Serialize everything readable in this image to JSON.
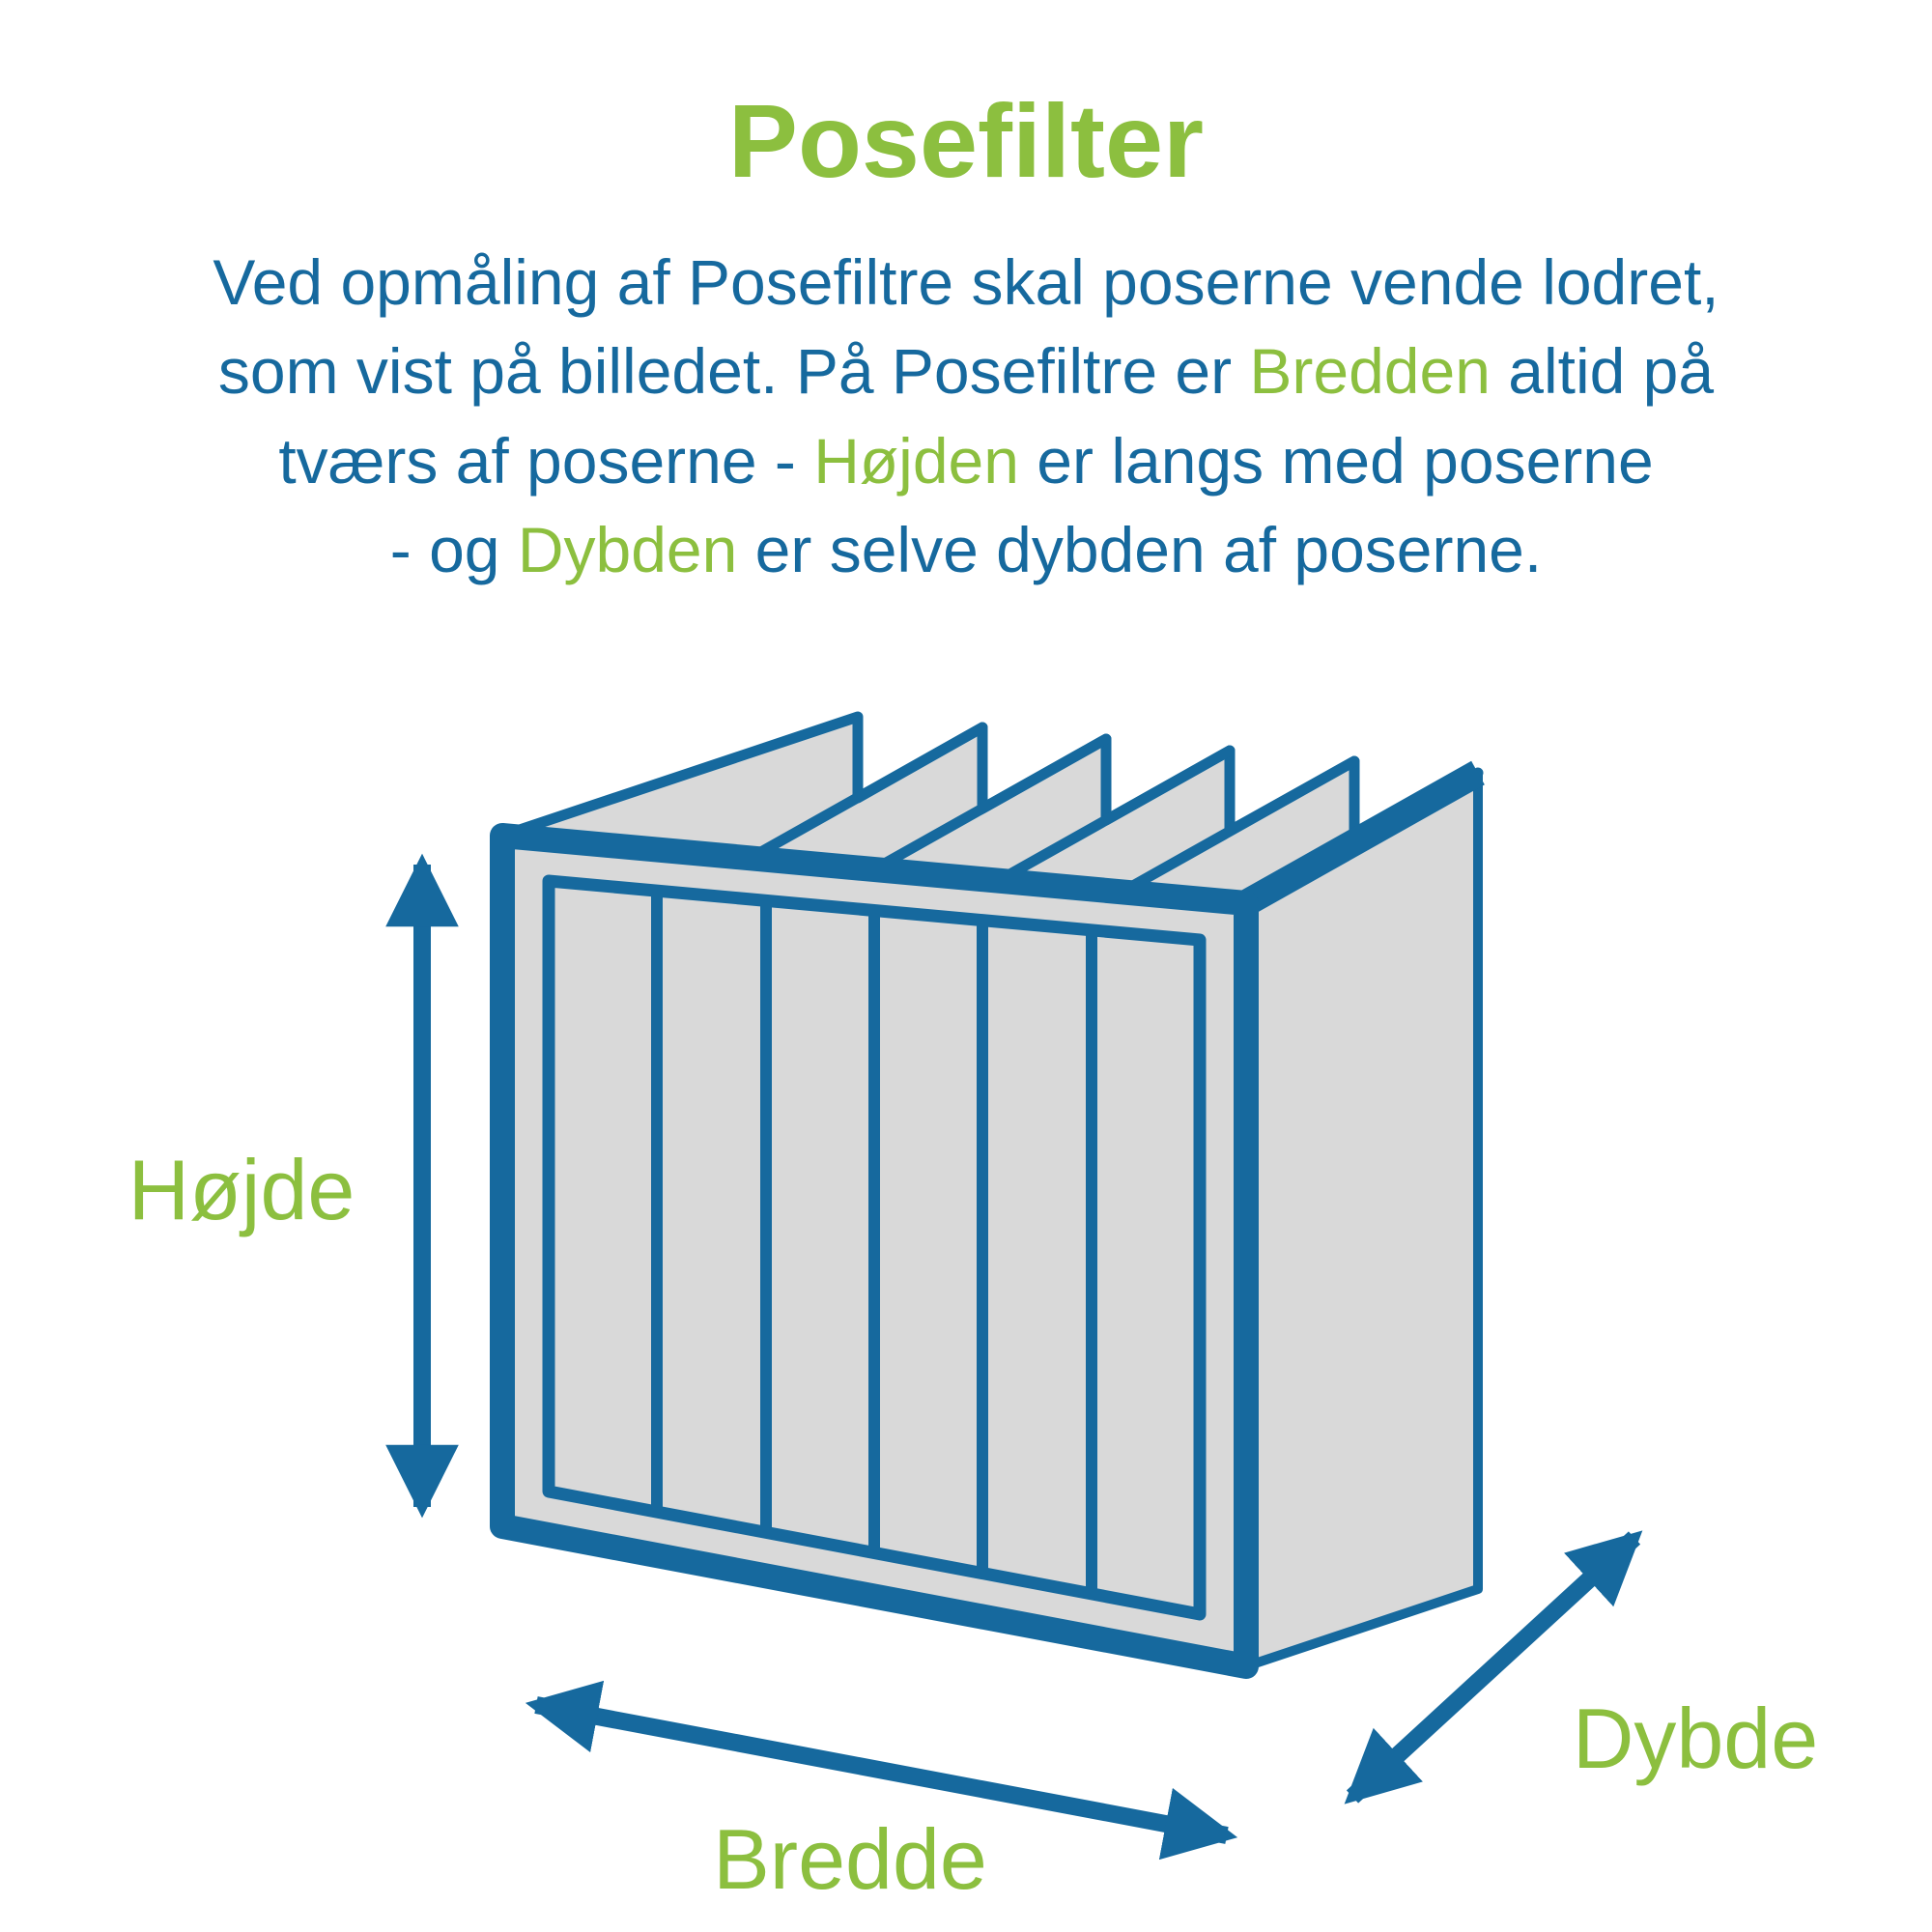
{
  "title": "Posefilter",
  "description": {
    "line1": {
      "t1": "Ved opmåling af Posefiltre skal poserne vende lodret,"
    },
    "line2": {
      "t1": "som vist på billedet. På Posefiltre er ",
      "h1": "Bredden",
      "t2": " altid på"
    },
    "line3": {
      "t1": "tværs af poserne - ",
      "h1": "Højden",
      "t2": " er langs med poserne"
    },
    "line4": {
      "t1": "- og ",
      "h1": "Dybden",
      "t2": " er selve dybden af poserne."
    }
  },
  "labels": {
    "height": "Højde",
    "width": "Bredde",
    "depth": "Dybde"
  },
  "colors": {
    "green": "#8cbf3f",
    "blue": "#16699e",
    "gray": "#d9d9d9",
    "background": "#ffffff"
  }
}
